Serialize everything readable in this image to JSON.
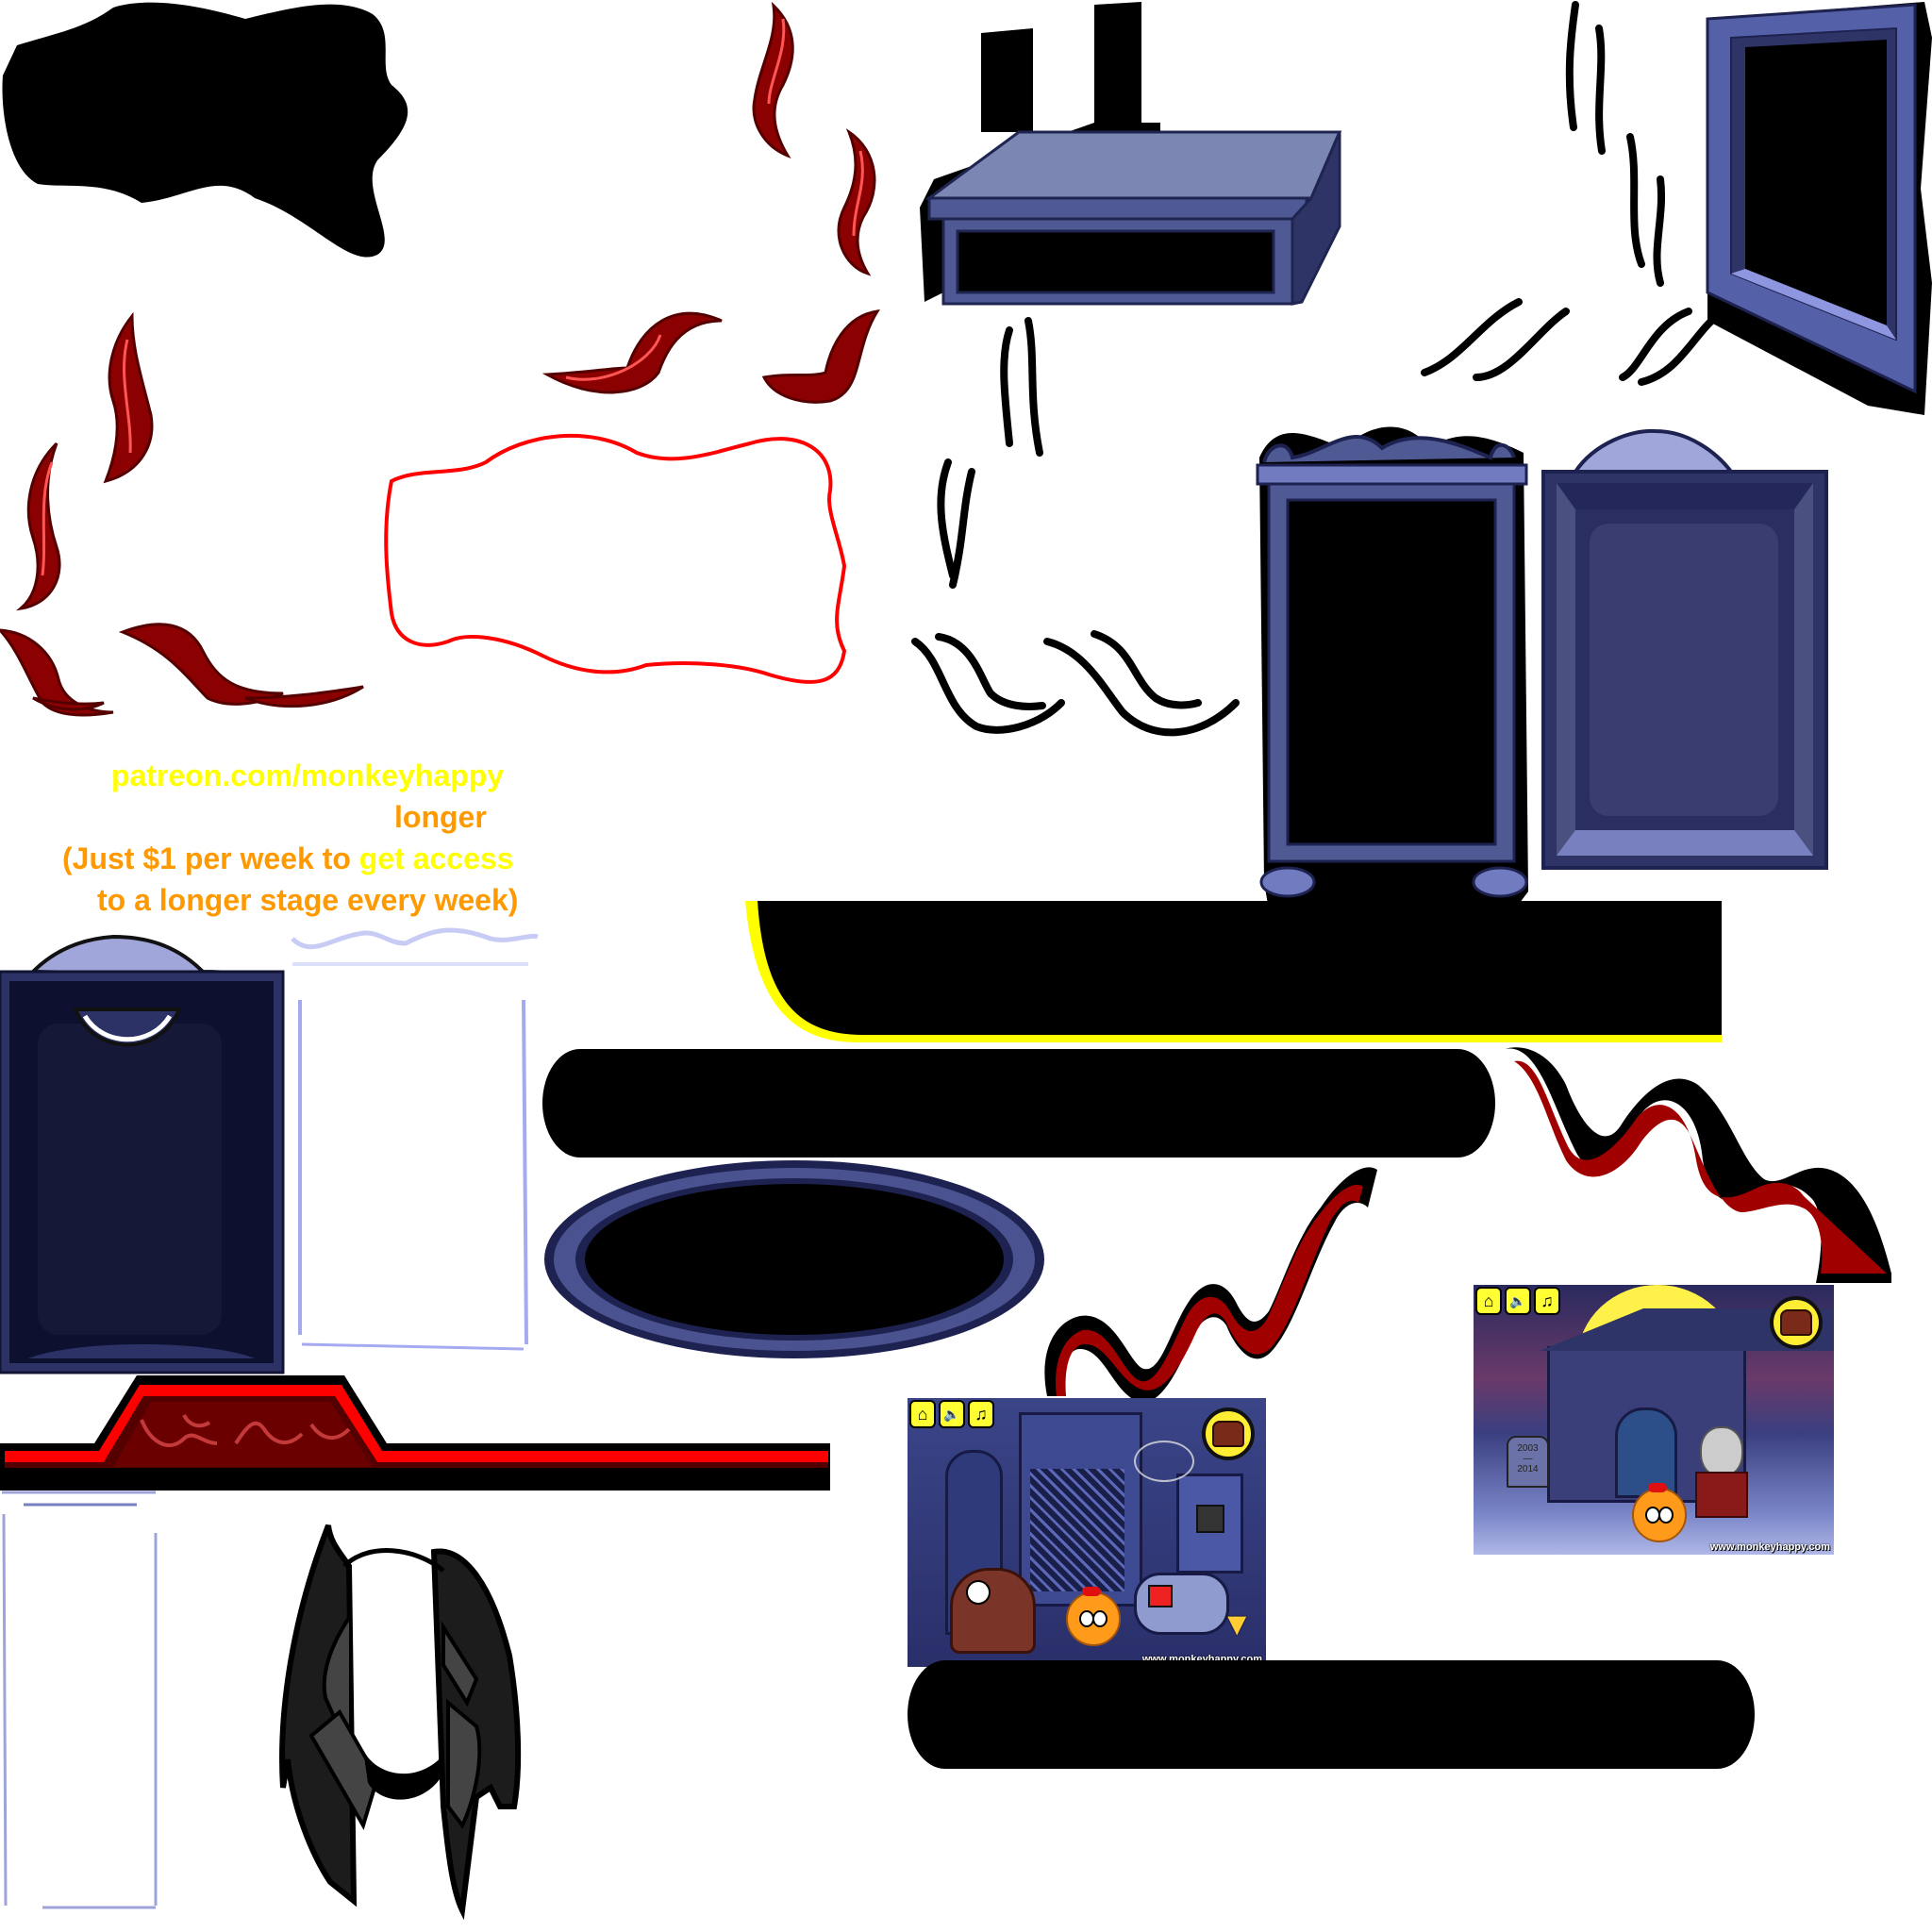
{
  "sheet": {
    "kind": "sprite-atlas",
    "background": "#ffffff"
  },
  "promo": {
    "line1": "patreon.com/monkeyhappy",
    "line2": "longer",
    "line3_a": "(Just $1 per week to ",
    "line3_b": "get access",
    "line4": "to a longer stage every week)",
    "colors": {
      "yellow": "#ffff00",
      "orange": "#ff9900"
    }
  },
  "sprites": {
    "shadow_blob": {
      "label": "black-cloud-shadow",
      "color": "#000000"
    },
    "red_tendrils": {
      "label": "red-flame-tendrils",
      "fill": "#8b0000",
      "dark": "#550000",
      "highlight": "#ff5555",
      "count": 10
    },
    "red_outline_frame": {
      "label": "red-wavy-outline",
      "color": "#ff0000"
    },
    "black_swirls": {
      "label": "black-smoke-swirls",
      "color": "#000000"
    },
    "fireplace_hood": {
      "label": "fireplace-hood",
      "top": "#7b86b3",
      "front": "#4f5a94",
      "dark": "#1f2550"
    },
    "tilted_frame": {
      "label": "tilted-picture-frame",
      "frame": "#5460a8",
      "inner": "#000000"
    },
    "wardrobe": {
      "label": "wardrobe-black",
      "frame": "#4f5a94",
      "trim": "#717bc0"
    },
    "cabinet_open": {
      "label": "cabinet-open-blue",
      "frame": "#2e3466",
      "inner": "#393d70"
    },
    "cabinet_dark": {
      "label": "cabinet-dark-navy",
      "frame": "#2c3166",
      "inner": "#161838"
    },
    "cabinet_outline": {
      "label": "cabinet-outline-light",
      "stroke": "#a5aaf0"
    },
    "panel_outline": {
      "label": "panel-outline-light",
      "stroke": "#9ea4d8"
    },
    "yellow_bar": {
      "label": "hud-bar-yellow-edge",
      "fill": "#000000",
      "edge": "#ffff00"
    },
    "pill_bar_1": {
      "label": "black-pill-bar",
      "fill": "#000000"
    },
    "pill_bar_2": {
      "label": "black-pill-bar",
      "fill": "#000000"
    },
    "oval_portal": {
      "label": "oval-portal",
      "ring": "#4a5290",
      "outer": "#1e2250",
      "inner": "#000000"
    },
    "red_ribbon_1": {
      "label": "red-ribbon",
      "fill": "#a00000"
    },
    "red_ribbon_2": {
      "label": "red-ribbon",
      "fill": "#a00000"
    },
    "red_banner": {
      "label": "ornate-red-banner",
      "red": "#ff0000",
      "dark": "#550000"
    },
    "black_cloak": {
      "label": "black-cloak",
      "fill": "#1c1c1c",
      "shade": "#444444"
    }
  },
  "screenshots": [
    {
      "name": "room-scene",
      "hud": [
        "home",
        "sound",
        "music"
      ],
      "hud_glyphs": [
        "⌂",
        "🔈",
        "♫"
      ],
      "watermark": "www.monkeyhappy.com",
      "arrow": "▼"
    },
    {
      "name": "graveyard-scene",
      "hud": [
        "home",
        "sound",
        "music"
      ],
      "hud_glyphs": [
        "⌂",
        "🔈",
        "♫"
      ],
      "watermark": "www.monkeyhappy.com",
      "tombstone": "2003\n—\n2014"
    }
  ]
}
